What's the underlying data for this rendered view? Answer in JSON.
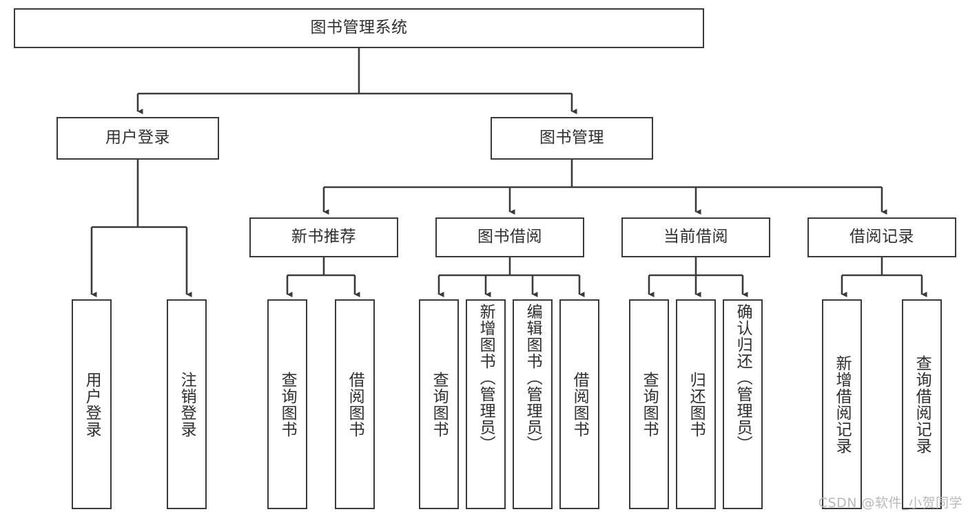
{
  "diagram": {
    "title": "图书管理系统",
    "type": "hierarchy-tree",
    "watermark": "CSDN @软件_小贺同学",
    "colors": {
      "stroke": "#3a3a3a",
      "text": "#2f2f2f",
      "background": "#ffffff",
      "watermark": "#b9b9b9"
    },
    "root": {
      "label": "图书管理系统"
    },
    "level2": [
      {
        "label": "用户登录"
      },
      {
        "label": "图书管理"
      }
    ],
    "level3": [
      {
        "label": "新书推荐"
      },
      {
        "label": "图书借阅"
      },
      {
        "label": "当前借阅"
      },
      {
        "label": "借阅记录"
      }
    ],
    "leaves": {
      "user_login": [
        {
          "label": "用户登录"
        },
        {
          "label": "注销登录"
        }
      ],
      "new_book": [
        {
          "label": "查询图书"
        },
        {
          "label": "借阅图书"
        }
      ],
      "book_borrow": [
        {
          "label": "查询图书"
        },
        {
          "label": "新增图书（管理员）"
        },
        {
          "label": "编辑图书（管理员）"
        },
        {
          "label": "借阅图书"
        }
      ],
      "current_borrow": [
        {
          "label": "查询图书"
        },
        {
          "label": "归还图书"
        },
        {
          "label": "确认归还（管理员）"
        }
      ],
      "borrow_record": [
        {
          "label": "新增借阅记录"
        },
        {
          "label": "查询借阅记录"
        }
      ]
    }
  }
}
